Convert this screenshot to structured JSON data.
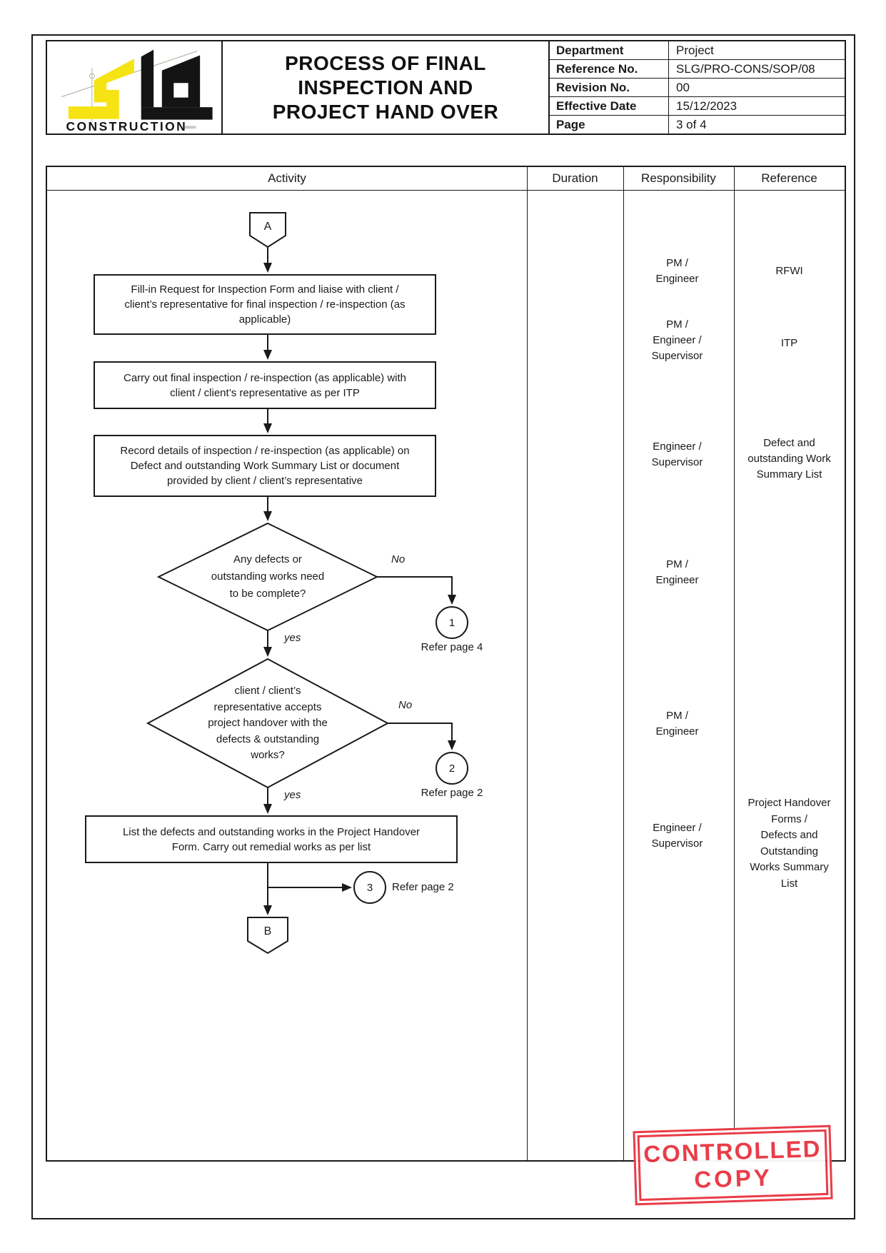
{
  "logo": {
    "construction_label": "CONSTRUCTION"
  },
  "header": {
    "title": "PROCESS OF FINAL\nINSPECTION AND\nPROJECT HAND OVER",
    "info_rows": [
      {
        "label": "Department",
        "value": "Project"
      },
      {
        "label": "Reference No.",
        "value": "SLG/PRO-CONS/SOP/08"
      },
      {
        "label": "Revision No.",
        "value": "00"
      },
      {
        "label": "Effective Date",
        "value": "15/12/2023"
      },
      {
        "label": "Page",
        "value": "3 of 4"
      }
    ]
  },
  "table": {
    "columns": [
      "Activity",
      "Duration",
      "Responsibility",
      "Reference"
    ]
  },
  "flowchart": {
    "connector_a": "A",
    "connector_b": "B",
    "boxes": [
      "Fill-in Request for Inspection Form and liaise with client /\nclient’s representative for final inspection / re-inspection (as\napplicable)",
      "Carry out final inspection / re-inspection (as applicable) with\nclient / client’s representative as per ITP",
      "Record details of inspection / re-inspection (as applicable) on\nDefect and outstanding Work Summary List or document\nprovided by client / client’s representative",
      "List the defects and outstanding works in the Project Handover\nForm. Carry out remedial works as per list"
    ],
    "decisions": [
      {
        "text": "Any defects or\noutstanding works need\nto be complete?",
        "no_label": "No",
        "yes_label": "yes"
      },
      {
        "text": "client / client’s\nrepresentative accepts\nproject handover with the\ndefects & outstanding\nworks?",
        "no_label": "No",
        "yes_label": "yes"
      }
    ],
    "offpage": [
      {
        "num": "1",
        "caption": "Refer page 4"
      },
      {
        "num": "2",
        "caption": "Refer page 2"
      },
      {
        "num": "3",
        "caption": "Refer page 2"
      }
    ]
  },
  "responsibility": [
    "PM /\nEngineer",
    "PM /\nEngineer /\nSupervisor",
    "Engineer /\nSupervisor",
    "PM /\nEngineer",
    "PM /\nEngineer",
    "Engineer /\nSupervisor"
  ],
  "reference": [
    "RFWI",
    "ITP",
    "Defect and\noutstanding Work\nSummary List",
    "Project Handover\nForms /\nDefects and\nOutstanding\nWorks Summary\nList"
  ],
  "stamp": {
    "line1": "CONTROLLED",
    "line2": "COPY",
    "color": "#e8333f"
  }
}
